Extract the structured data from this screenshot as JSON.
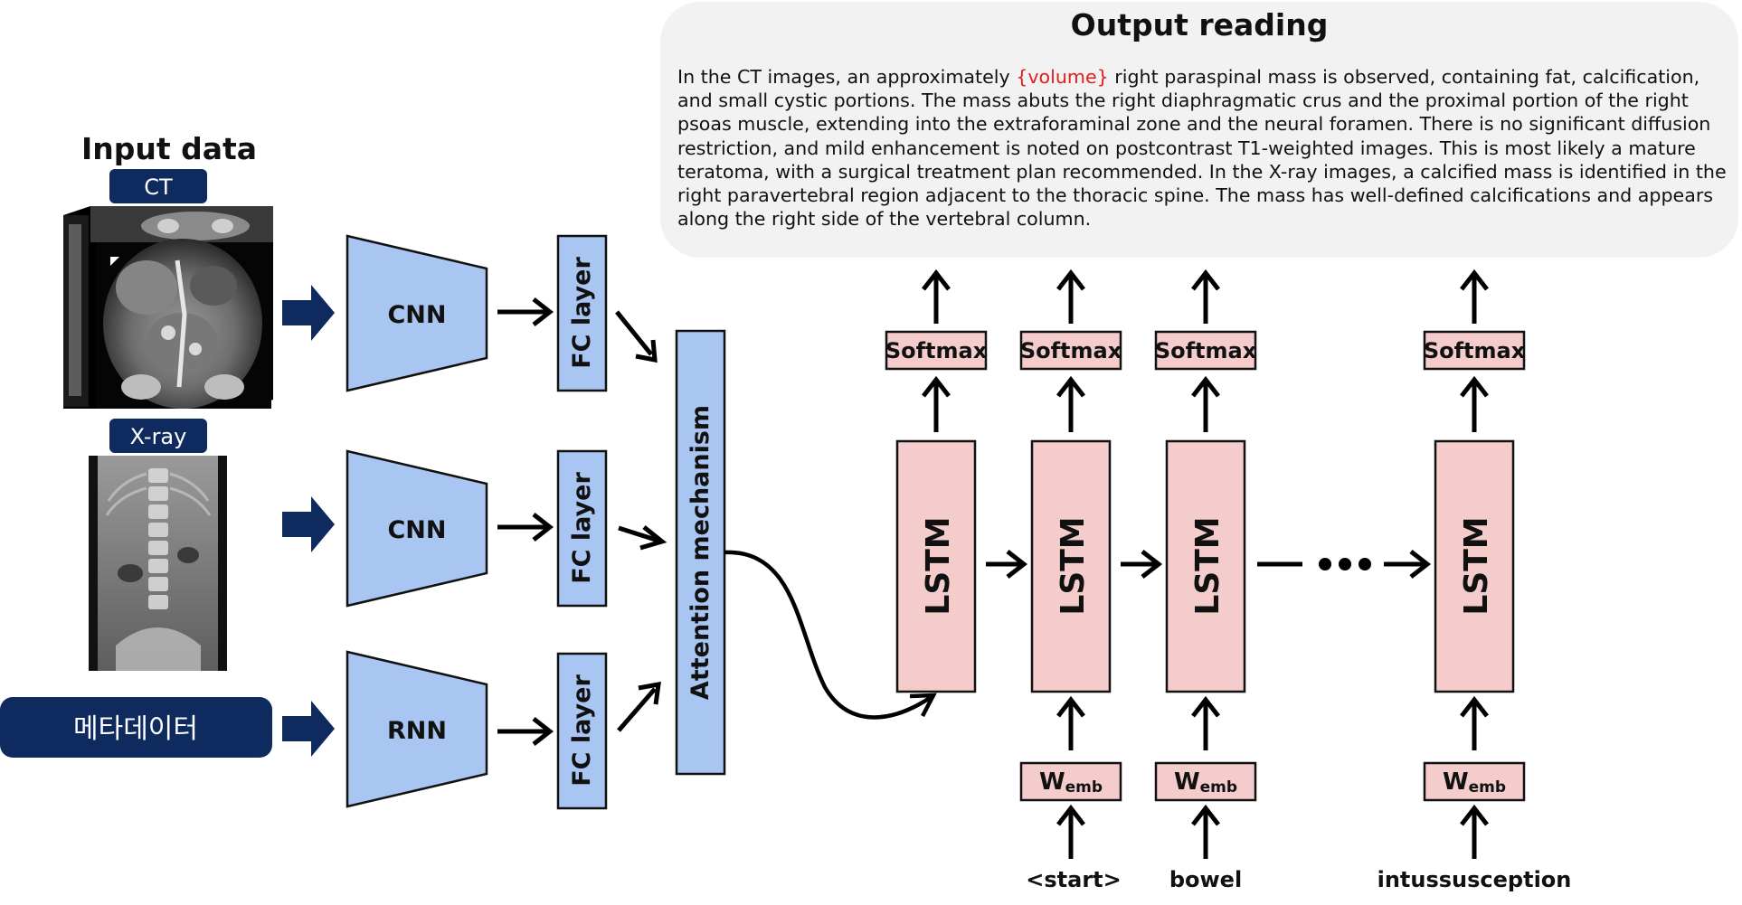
{
  "input": {
    "title": "Input data",
    "ct_label": "CT",
    "xray_label": "X-ray",
    "meta_label": "메타데이터"
  },
  "encoders": {
    "cnn_ct": "CNN",
    "cnn_xray": "CNN",
    "rnn_meta": "RNN"
  },
  "fc": {
    "fc1": "FC layer",
    "fc2": "FC layer",
    "fc3": "FC layer"
  },
  "attention": {
    "label": "Attention mechanism"
  },
  "decoder": {
    "lstm": [
      "LSTM",
      "LSTM",
      "LSTM",
      "LSTM"
    ],
    "softmax": [
      "Softmax",
      "Softmax",
      "Softmax",
      "Softmax"
    ],
    "wemb": {
      "main": "W",
      "sub": "emb"
    },
    "tokens": [
      "<start>",
      "bowel",
      "intussusception"
    ]
  },
  "output": {
    "title": "Output reading",
    "text_before": "In the CT images, an approximately ",
    "highlight": "{volume}",
    "text_after": " right paraspinal mass is observed, containing fat, calcification, and small cystic portions. The mass abuts the right diaphragmatic crus and the proximal portion of the right psoas muscle, extending into the extraforaminal zone and the neural foramen. There is no significant diffusion restriction, and mild enhancement is noted on postcontrast T1-weighted images. This is most likely a mature teratoma, with a surgical treatment plan recommended. In the X-ray images, a calcified mass is identified in the right paravertebral region adjacent to the thoracic spine. The mass has well-defined calcifications and appears along the right side of the vertebral column."
  },
  "colors": {
    "navy": "#0e2a5e",
    "encoder_blue": "#a9c5f2",
    "lstm_pink": "#f5cccc",
    "highlight_red": "#e02020"
  }
}
